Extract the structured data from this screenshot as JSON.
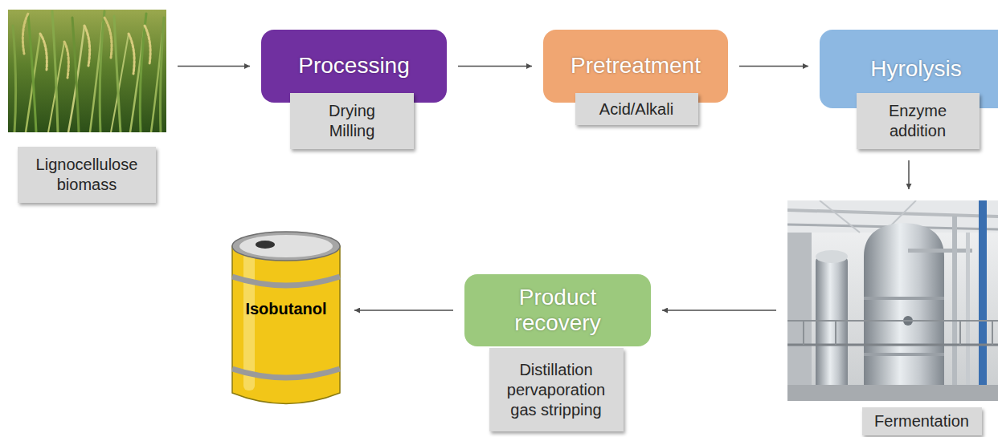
{
  "diagram": {
    "nodes": [
      {
        "text": [
          "Lignocellulose biomass"
        ]
      },
      {
        "text": [
          "Processing",
          "Drying Milling"
        ]
      },
      {
        "text": [
          "Pretreatment",
          "Acid/Alkali"
        ]
      },
      {
        "text": [
          "Hyrolysis",
          "Enzyme addition"
        ]
      },
      {
        "text": [
          "Fermentation"
        ]
      },
      {
        "text": [
          "Product recovery",
          "Distillation pervaporation gas stripping"
        ]
      },
      {
        "text": [
          "Isobutanol"
        ]
      }
    ],
    "edges": [
      {
        "from": 0,
        "to": 1,
        "arrow": "to"
      },
      {
        "from": 1,
        "to": 2,
        "arrow": "to"
      },
      {
        "from": 2,
        "to": 3,
        "arrow": "to"
      },
      {
        "from": 3,
        "to": 4,
        "arrow": "to"
      },
      {
        "from": 4,
        "to": 5,
        "arrow": "to"
      },
      {
        "from": 5,
        "to": 6,
        "arrow": "to"
      }
    ]
  }
}
